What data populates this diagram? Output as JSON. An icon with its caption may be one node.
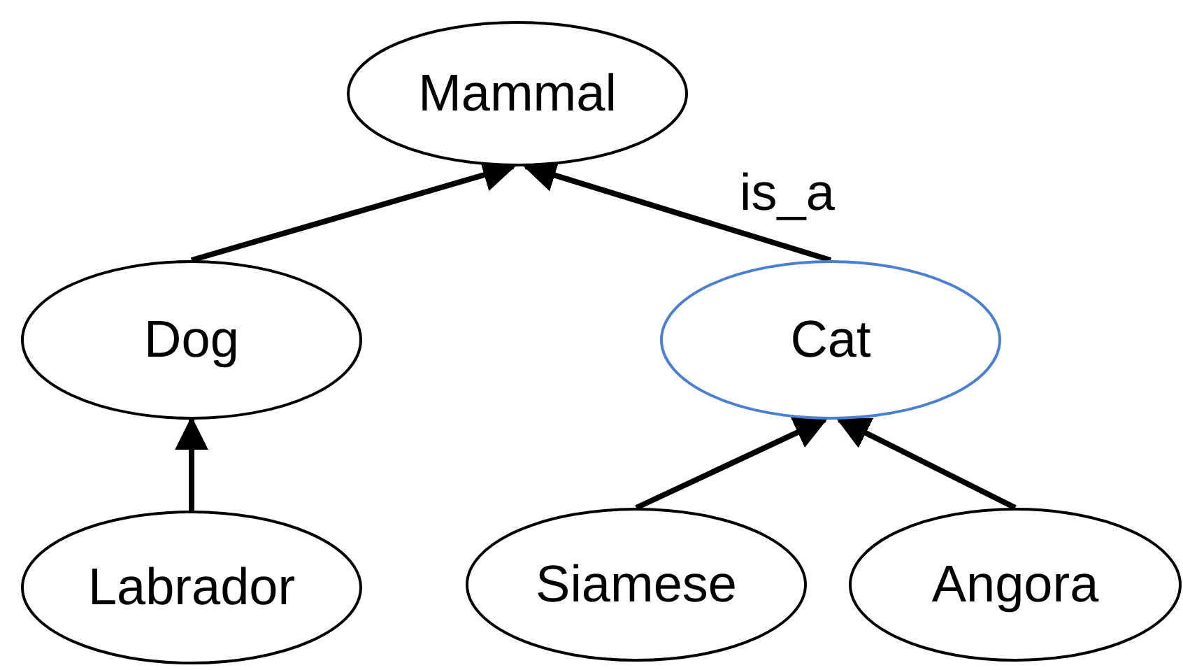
{
  "diagram": {
    "nodes": [
      {
        "text": [
          "Mammal"
        ]
      },
      {
        "text": [
          "Dog"
        ]
      },
      {
        "text": [
          "Cat"
        ]
      },
      {
        "text": [
          "Labrador"
        ]
      },
      {
        "text": [
          "Siamese"
        ]
      },
      {
        "text": [
          "Angora"
        ]
      }
    ],
    "edges": [
      {
        "from": 1,
        "to": 0,
        "arrow": "to"
      },
      {
        "from": 2,
        "to": 0,
        "arrow": "to",
        "label": "is_a"
      },
      {
        "from": 3,
        "to": 1,
        "arrow": "to"
      },
      {
        "from": 4,
        "to": 2,
        "arrow": "to"
      },
      {
        "from": 5,
        "to": 2,
        "arrow": "to"
      }
    ]
  }
}
